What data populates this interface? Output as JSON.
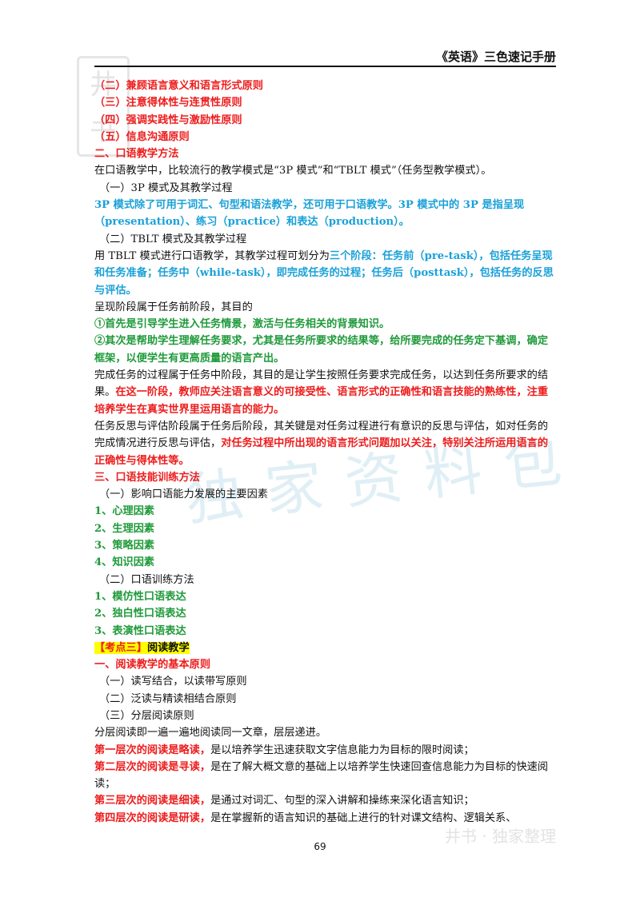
{
  "header": {
    "title": "《英语》三色速记手册"
  },
  "watermark": {
    "logo_chars": [
      "井",
      "书"
    ],
    "big": "独家资料包",
    "small": "井书 · 独家整理"
  },
  "lines": {
    "l1": "（二）兼顾语言意义和语言形式原则",
    "l2": "（三）注意得体性与连贯性原则",
    "l3": "（四）强调实践性与激励性原则",
    "l4": "（五）信息沟通原则",
    "l5": "二、口语教学方法",
    "l6": "在口语教学中，比较流行的教学模式是“3P 模式”和“TBLT 模式”（任务型教学模式）。",
    "l7": "（一）3P 模式及其教学过程",
    "l8": "3P 模式除了可用于词汇、句型和语法教学，还可用于口语教学。3P 模式中的 3P 是指呈现（presentation）、练习（practice）和表达（production）。",
    "l9": "（二）TBLT 模式及其教学过程",
    "l10a": "用 TBLT 模式进行口语教学，其教学过程可划分为",
    "l10b": "三个阶段：任务前（pre-task），包括任务呈现和任务准备；任务中（while-task），即完成任务的过程；任务后（posttask），包括任务的反思与评估。",
    "l11": "呈现阶段属于任务前阶段，其目的",
    "l12": "①首先是引导学生进入任务情景，激活与任务相关的背景知识。",
    "l13": "②其次是帮助学生理解任务要求，尤其是任务所要求的结果等，给所要完成的任务定下基调，确定框架，以便学生有更高质量的语言产出。",
    "l14a": "完成任务的过程属于任务中阶段，其目的是让学生按照任务要求完成任务，以达到任务所要求的结果。",
    "l14b": "在这一阶段，教师应关注语言意义的可接受性、语言形式的正确性和语言技能的熟练性，注重培养学生在真实世界里运用语言的能力。",
    "l15a": "任务反思与评估阶段属于任务后阶段，其关键是对任务过程进行有意识的反思与评估，如对任务的完成情况进行反思与评估，",
    "l15b": "对任务过程中所出现的语言形式问题加以关注，特别关注所运用语言的正确性与得体性等。",
    "l16": "三、口语技能训练方法",
    "l17": "（一）影响口语能力发展的主要因素",
    "l18": "1、心理因素",
    "l19": "2、生理因素",
    "l20": "3、策略因素",
    "l21": "4、知识因素",
    "l22": "（二）口语训练方法",
    "l23": "1、模仿性口语表达",
    "l24": "2、独白性口语表达",
    "l25": "3、表演性口语表达",
    "l26a": "【考点三】",
    "l26b": "阅读教学",
    "l27": "一、阅读教学的基本原则",
    "l28": "（一）读写结合，以读带写原则",
    "l29": "（二）泛读与精读相结合原则",
    "l30": "（三）分层阅读原则",
    "l31": "分层阅读即一遍一遍地阅读同一文章，层层递进。",
    "l32a": "第一层次的阅读是略读，",
    "l32b": "是以培养学生迅速获取文字信息能力为目标的限时阅读；",
    "l33a": "第二层次的阅读是寻读，",
    "l33b": "是在了解大概文意的基础上以培养学生快速回查信息能力为目标的快速阅读；",
    "l34a": "第三层次的阅读是细读，",
    "l34b": "是通过对词汇、句型的深入讲解和操练来深化语言知识；",
    "l35a": "第四层次的阅读是研读，",
    "l35b": "是在掌握新的语言知识的基础上进行的针对课文结构、逻辑关系、"
  },
  "page_number": "69"
}
